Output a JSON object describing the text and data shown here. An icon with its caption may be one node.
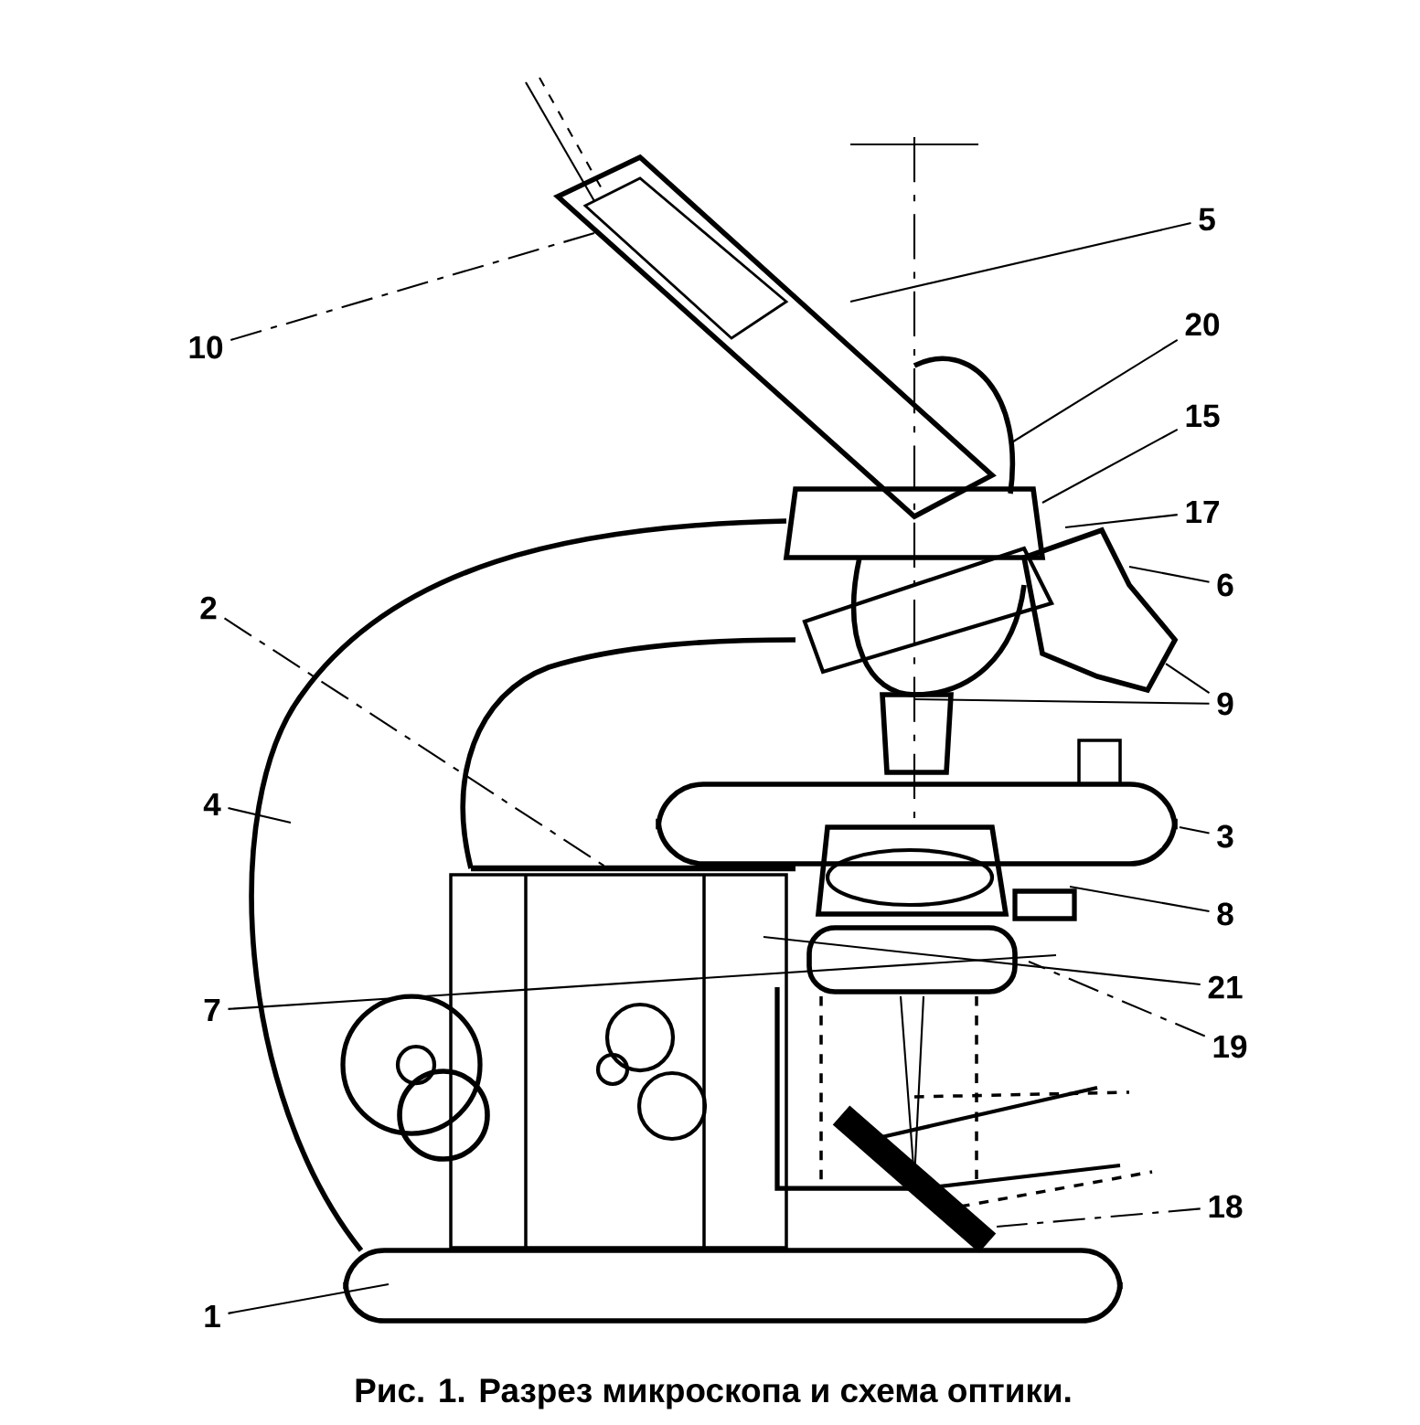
{
  "diagram": {
    "caption": "Рис. 1. Разрез микроскопа и схема оптики.",
    "nodes": [
      {
        "text": [
          "5"
        ]
      },
      {
        "text": [
          "20"
        ]
      },
      {
        "text": [
          "10"
        ]
      },
      {
        "text": [
          "15"
        ]
      },
      {
        "text": [
          "17"
        ]
      },
      {
        "text": [
          "6"
        ]
      },
      {
        "text": [
          "2"
        ]
      },
      {
        "text": [
          "9"
        ]
      },
      {
        "text": [
          "4"
        ]
      },
      {
        "text": [
          "3"
        ]
      },
      {
        "text": [
          "8"
        ]
      },
      {
        "text": [
          "21"
        ]
      },
      {
        "text": [
          "7"
        ]
      },
      {
        "text": [
          "19"
        ]
      },
      {
        "text": [
          "18"
        ]
      },
      {
        "text": [
          "1"
        ]
      }
    ],
    "edges": [
      {
        "from": 0,
        "to": null,
        "arrow": "none"
      },
      {
        "from": 1,
        "to": null,
        "arrow": "none"
      },
      {
        "from": 2,
        "to": null,
        "arrow": "none",
        "style": "dashed"
      },
      {
        "from": 3,
        "to": null,
        "arrow": "none"
      },
      {
        "from": 4,
        "to": null,
        "arrow": "none"
      },
      {
        "from": 5,
        "to": null,
        "arrow": "none"
      },
      {
        "from": 6,
        "to": null,
        "arrow": "none",
        "style": "dashed"
      },
      {
        "from": 7,
        "to": null,
        "arrow": "none"
      },
      {
        "from": 7,
        "to": null,
        "arrow": "none"
      },
      {
        "from": 8,
        "to": null,
        "arrow": "none"
      },
      {
        "from": 9,
        "to": null,
        "arrow": "none"
      },
      {
        "from": 10,
        "to": null,
        "arrow": "none"
      },
      {
        "from": 11,
        "to": null,
        "arrow": "none"
      },
      {
        "from": 12,
        "to": null,
        "arrow": "none"
      },
      {
        "from": 13,
        "to": null,
        "arrow": "none",
        "style": "dashed"
      },
      {
        "from": 14,
        "to": null,
        "arrow": "none",
        "style": "dashed"
      },
      {
        "from": 15,
        "to": null,
        "arrow": "none"
      }
    ]
  }
}
